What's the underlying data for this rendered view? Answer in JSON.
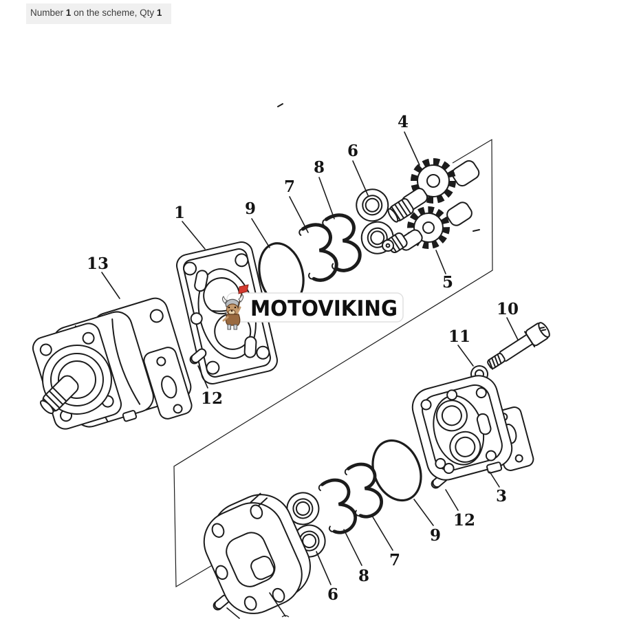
{
  "header": {
    "prefix": "Number",
    "part_ref": "1",
    "middle": "on the scheme, Qty",
    "qty": "1"
  },
  "watermark": {
    "brand": "MOTOVIKING",
    "mascot_icon": "viking-dog-mascot-icon",
    "box_color": "#ffffff",
    "text_color": "#101010",
    "flag_color": "#d43a2f",
    "helmet_color": "#b9bdc2",
    "fur_color": "#c59a6d"
  },
  "diagram": {
    "type": "exploded-parts-diagram",
    "subject": "hydraulic gear pump assembly",
    "line_color": "#1c1c1c",
    "background_color": "#ffffff",
    "callouts": [
      {
        "text": "13"
      },
      {
        "text": "1"
      },
      {
        "text": "9"
      },
      {
        "text": "7"
      },
      {
        "text": "8"
      },
      {
        "text": "6"
      },
      {
        "text": "4"
      },
      {
        "text": "5"
      },
      {
        "text": "10"
      },
      {
        "text": "11"
      },
      {
        "text": "12"
      },
      {
        "text": "3"
      },
      {
        "text": "12"
      },
      {
        "text": "9"
      },
      {
        "text": "7"
      },
      {
        "text": "8"
      },
      {
        "text": "6"
      }
    ]
  }
}
